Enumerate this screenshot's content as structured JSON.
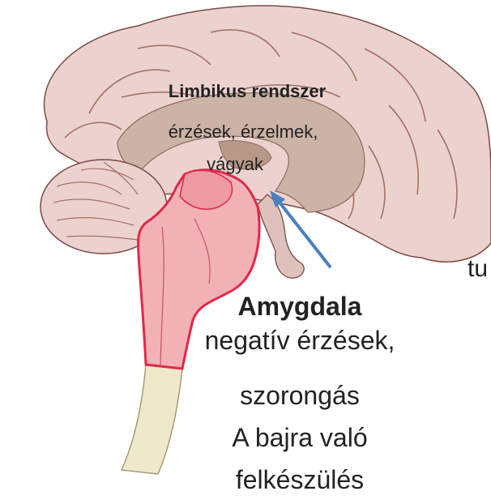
{
  "labels": {
    "limbic_title": "Limbikus rendszer",
    "limbic_desc_line1": "érzések, érzelmek,",
    "limbic_desc_line2": "vágyak",
    "amygdala_title": "Amygdala",
    "amygdala_desc_line1": "negatív érzések,",
    "amygdala_desc_line2": "szorongás",
    "amygdala_desc_line3": "A bajra való",
    "amygdala_desc_line4": "felkészülés",
    "edge_fragment": "tu"
  },
  "colors": {
    "cortex_fill": "#ecd2cf",
    "cortex_outline": "#7a4a45",
    "limbic_fill": "#cbb3a5",
    "brainstem_fill": "#f2b1b5",
    "brainstem_outline": "#e0284a",
    "spinal_fill": "#efe9cc",
    "arrow": "#4a7fc1"
  },
  "icons": [
    "pointer-arrow"
  ]
}
